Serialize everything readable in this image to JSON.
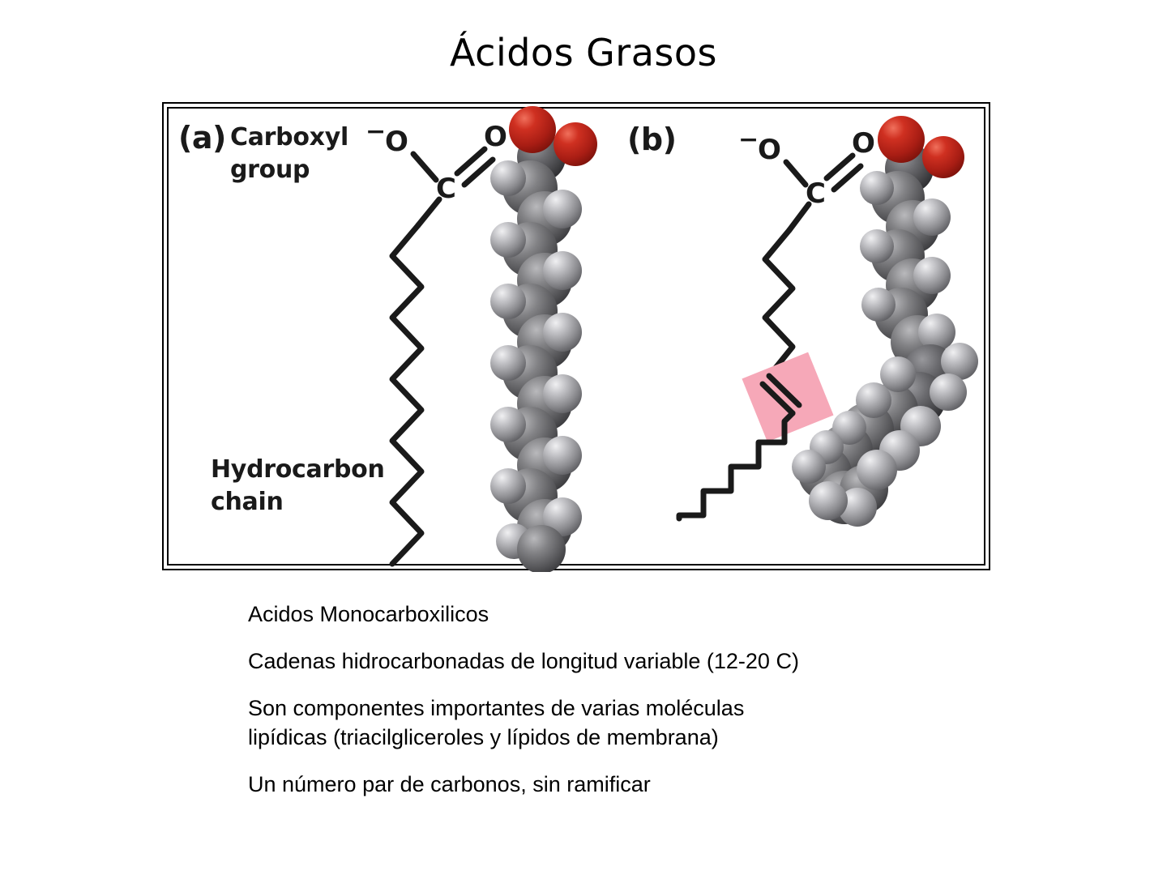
{
  "title": "Ácidos Grasos",
  "figure": {
    "panel_a": {
      "letter": "(a)",
      "label_carboxyl": "Carboxyl\ngroup",
      "label_hydrocarbon": "Hydrocarbon\nchain",
      "atom_left_o": "O",
      "atom_charge": "−",
      "atom_c": "C",
      "atom_right_o": "O"
    },
    "panel_b": {
      "letter": "(b)",
      "atom_left_o": "O",
      "atom_charge": "−",
      "atom_c": "C",
      "atom_right_o": "O"
    }
  },
  "colors": {
    "oxygen_red": "#b82319",
    "oxygen_red_light": "#e04a38",
    "carbon_gray": "#6e6e70",
    "carbon_gray_dark": "#3c3c3e",
    "carbon_gray_light": "#d6d6d8",
    "highlight_pink": "#f6a8b8",
    "line_black": "#1a1a1a",
    "frame_black": "#000000"
  },
  "bullets": [
    "Acidos Monocarboxilicos",
    "Cadenas hidrocarbonadas de longitud variable (12-20 C)",
    "Son componentes importantes de varias moléculas\nlipídicas (triacilgliceroles y lípidos de membrana)",
    "Un número par de carbonos, sin ramificar"
  ]
}
